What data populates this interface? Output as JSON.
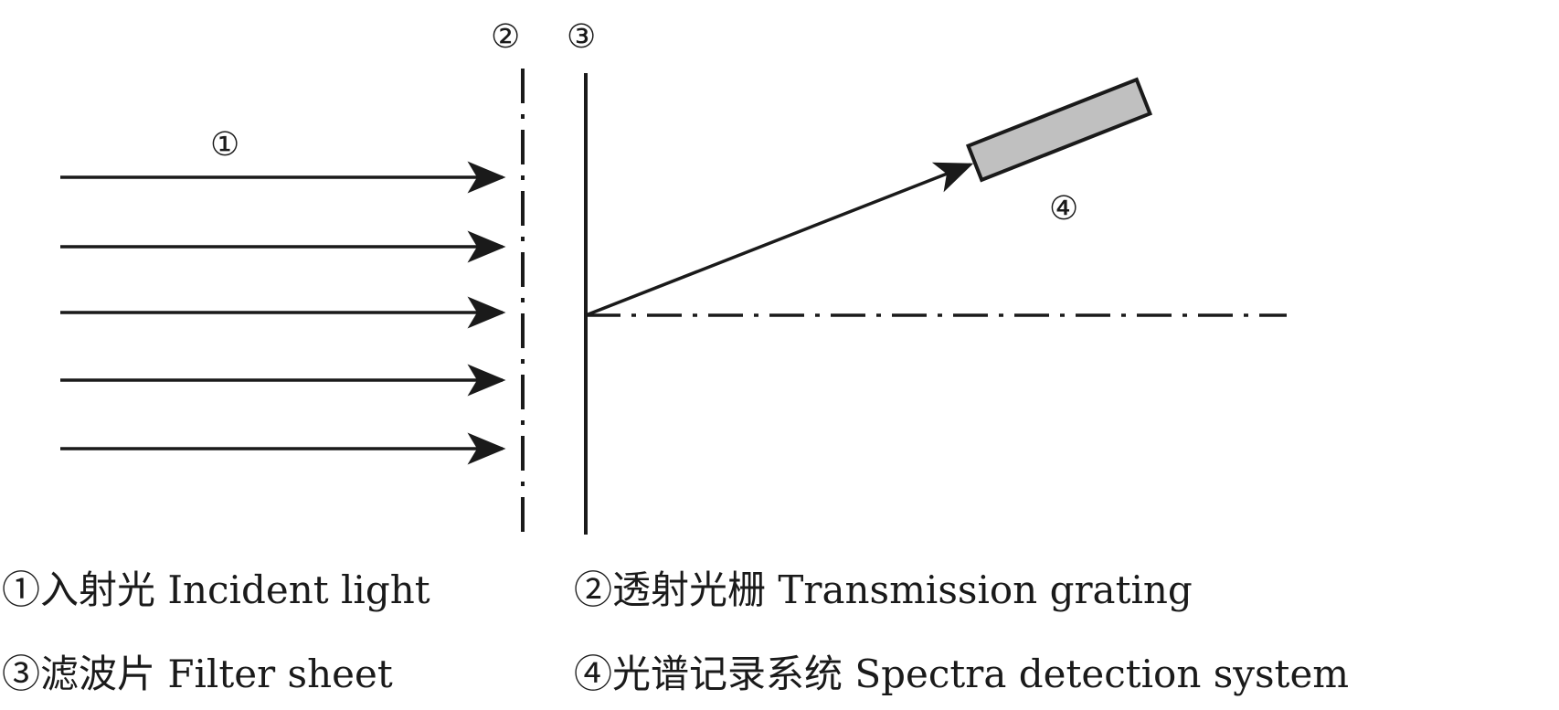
{
  "callouts": {
    "incident": "①",
    "grating": "②",
    "filter": "③",
    "detector": "④"
  },
  "legend": {
    "row1_left": "①入射光 Incident light",
    "row1_right": "②透射光栅 Transmission grating",
    "row2_left": "③滤波片 Filter sheet",
    "row2_right": "④光谱记录系统 Spectra detection system"
  },
  "colors": {
    "line": "#1a1a1a",
    "detector_fill": "#c0c0c0"
  }
}
